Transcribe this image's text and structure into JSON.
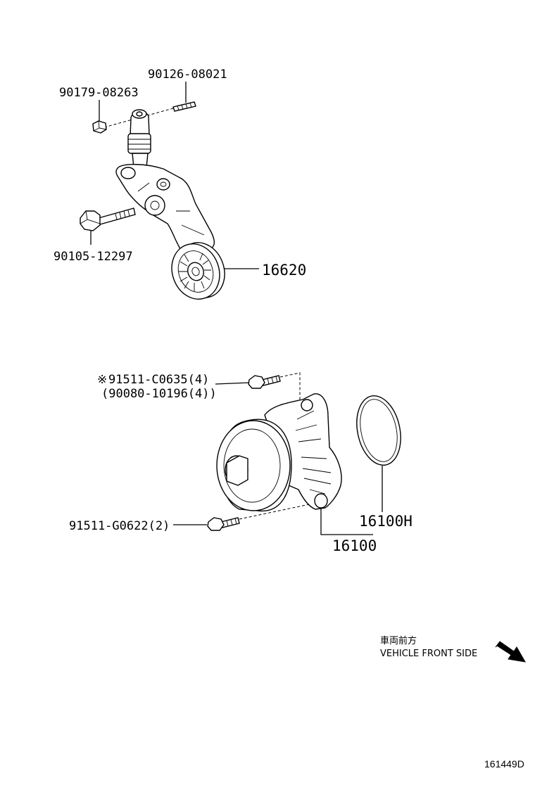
{
  "parts": {
    "stud_bolt": "90126-08021",
    "nut": "90179-08263",
    "tensioner_bolt": "90105-12297",
    "tensioner_assy": "16620",
    "pump_bolt_a": "91511-C0635(4)",
    "pump_bolt_a_marker": "※",
    "pump_bolt_a_alt": "(90080-10196(4))",
    "pump_bolt_b": "91511-G0622(2)",
    "gasket": "16100H",
    "water_pump": "16100"
  },
  "direction": {
    "label_jp": "車両前方",
    "label_en": "VEHICLE FRONT SIDE",
    "icon": "arrow-down-right-icon"
  },
  "reference": "161449D"
}
